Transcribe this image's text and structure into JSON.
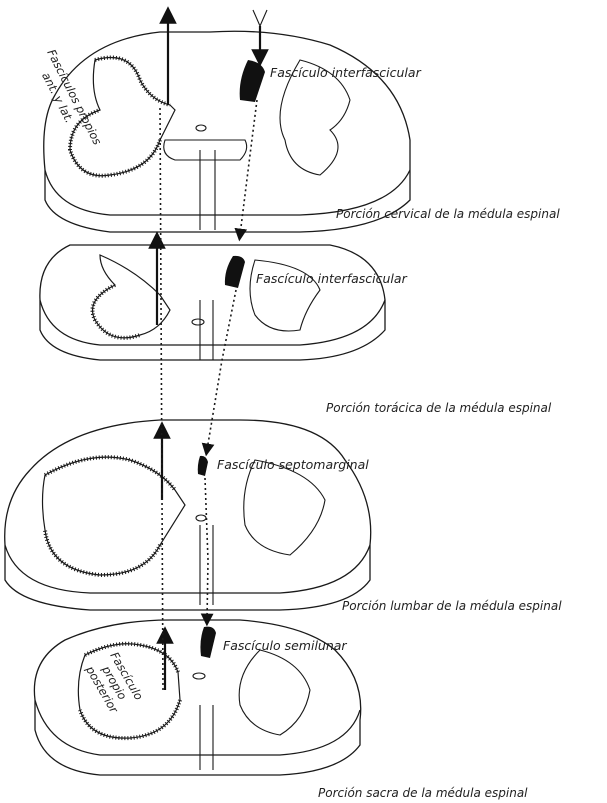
{
  "labels": {
    "cervical_tract": "Fascículo interfascicular",
    "thoracic_tract": "Fascículo interfascicular",
    "lumbar_tract": "Fascículo septomarginal",
    "sacral_tract": "Fascículo semilunar",
    "ant_lat_line1": "Fascículos propios",
    "ant_lat_line2": "ant. y lat.",
    "posterior_line1": "Fascículo",
    "posterior_line2": "propio",
    "posterior_line3": "posterior"
  },
  "captions": {
    "cervical": "Porción cervical de la médula espinal",
    "thoracic": "Porción torácica de la médula espinal",
    "lumbar": "Porción lumbar de la médula espinal",
    "sacral": "Porción sacra de la médula espinal"
  }
}
